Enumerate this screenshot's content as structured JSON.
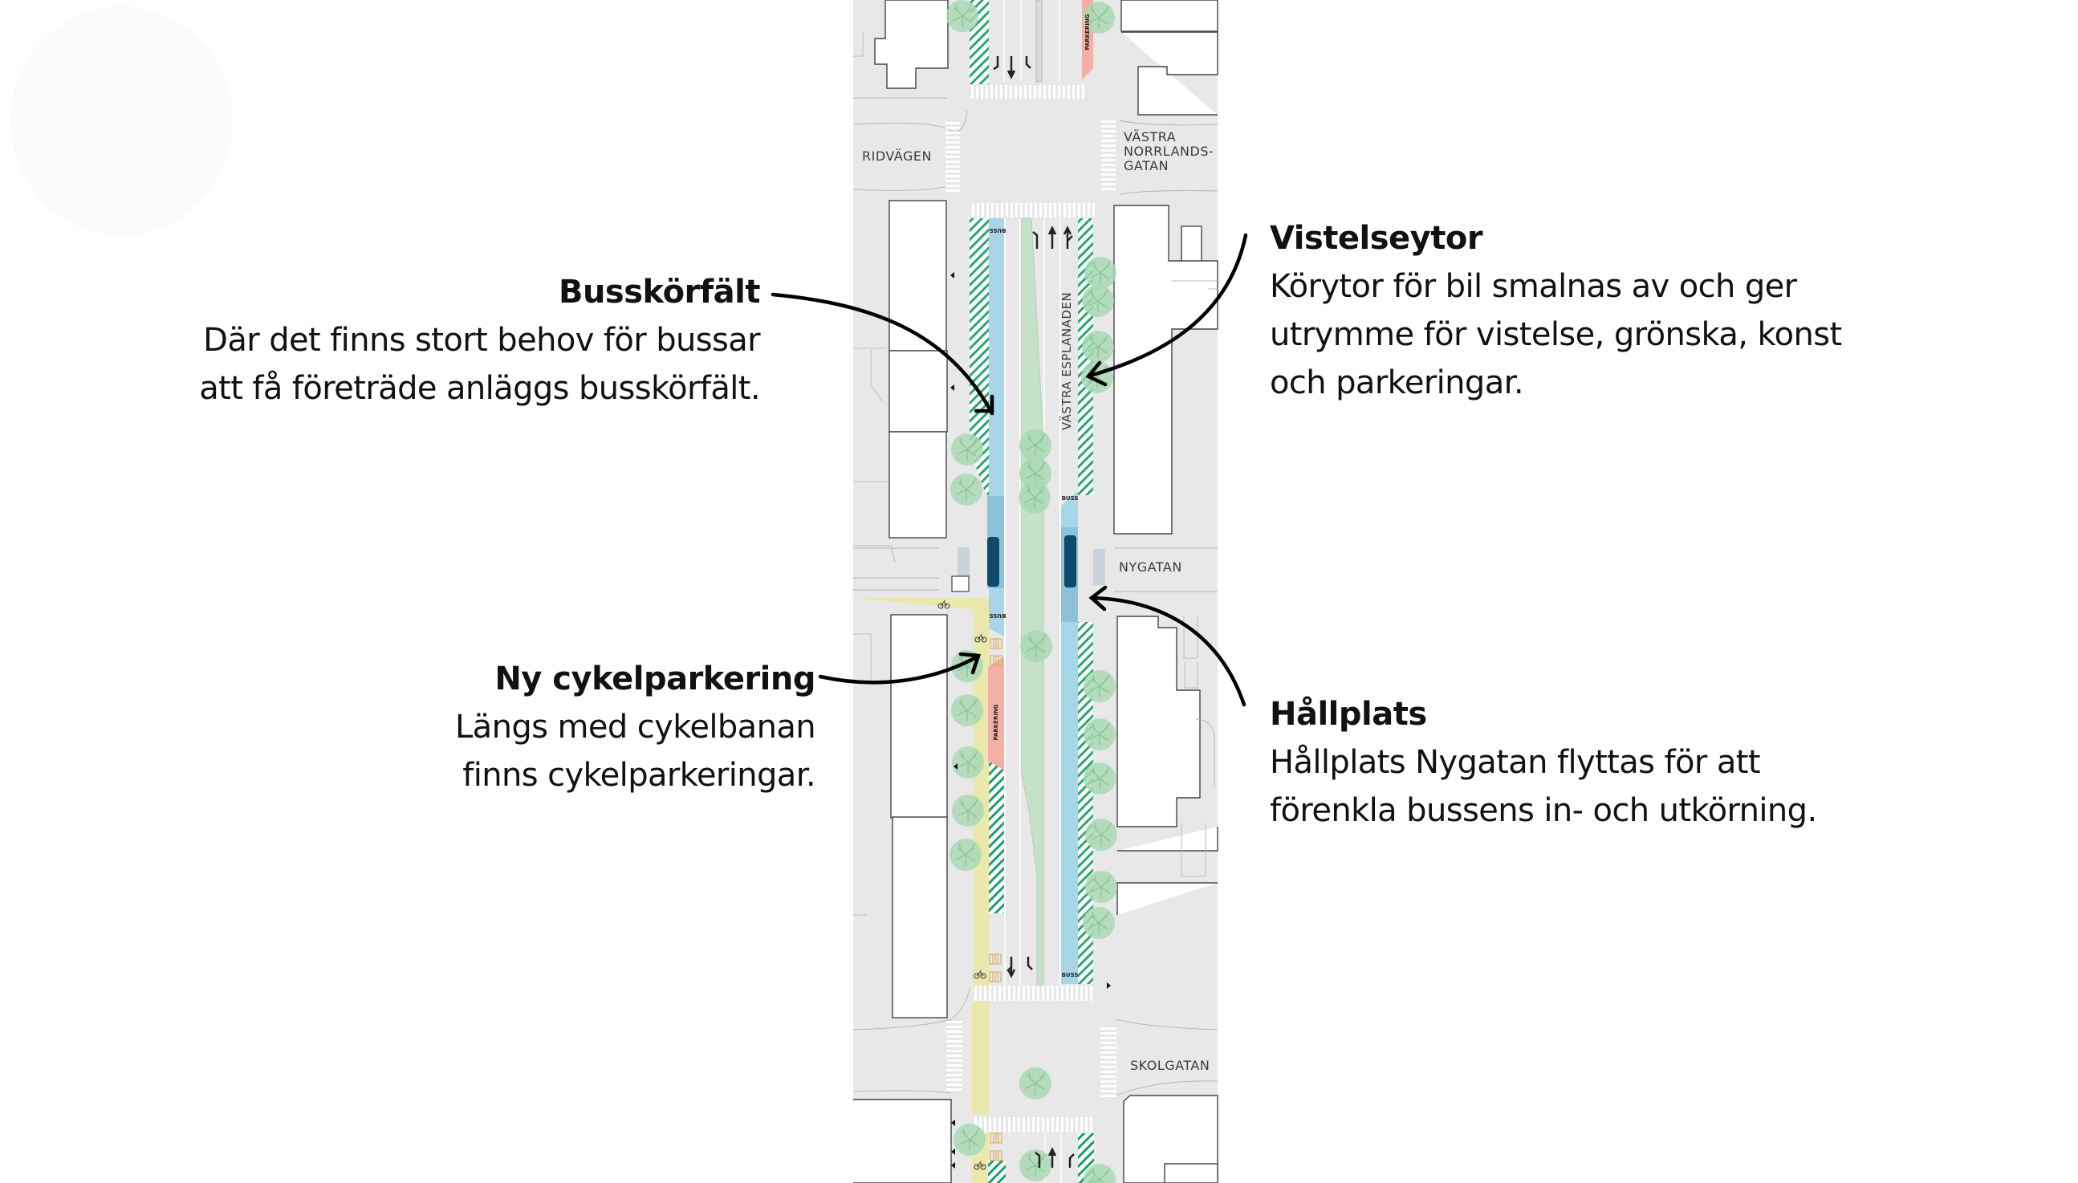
{
  "map": {
    "street_names": {
      "main": "VÄSTRA ESPLANADEN",
      "ridvagen": "RIDVÄGEN",
      "vastra_norrlandsgatan": [
        "VÄSTRA",
        "NORRLANDS-",
        "GATAN"
      ],
      "nygatan": "NYGATAN",
      "skolgatan": "SKOLGATAN"
    },
    "markings": {
      "parking": "PARKERING",
      "bus": "BUSS"
    },
    "colors": {
      "road": "#e8e8e8",
      "bus_lane": "#a6d6e8",
      "bus_stop_zone": "#8cc2d8",
      "bus_vehicle": "#0d4a6b",
      "median_green": "#c5e2c8",
      "green_hatch": "#1a9e6a",
      "parking_salmon": "#f4b0a4",
      "bike_lane_yellow": "#ebe8ad",
      "tree": "#a9d8b4",
      "building_outline": "#444444"
    }
  },
  "annotations": [
    {
      "id": "busskorfalt",
      "title": "Busskörfält",
      "lines": [
        "Där det finns stort behov för bussar",
        "att få företräde anläggs busskörfält."
      ]
    },
    {
      "id": "vistelseytor",
      "title": "Vistelseytor",
      "lines": [
        "Körytor för bil smalnas av och ger",
        "utrymme för vistelse, grönska, konst",
        "och parkeringar."
      ]
    },
    {
      "id": "ny-cykelparkering",
      "title": "Ny cykelparkering",
      "lines": [
        "Längs med cykelbanan",
        "finns cykelparkeringar."
      ]
    },
    {
      "id": "hallplats",
      "title": "Hållplats",
      "lines": [
        "Hållplats Nygatan flyttas för att",
        "förenkla bussens in- och utkörning."
      ]
    }
  ]
}
